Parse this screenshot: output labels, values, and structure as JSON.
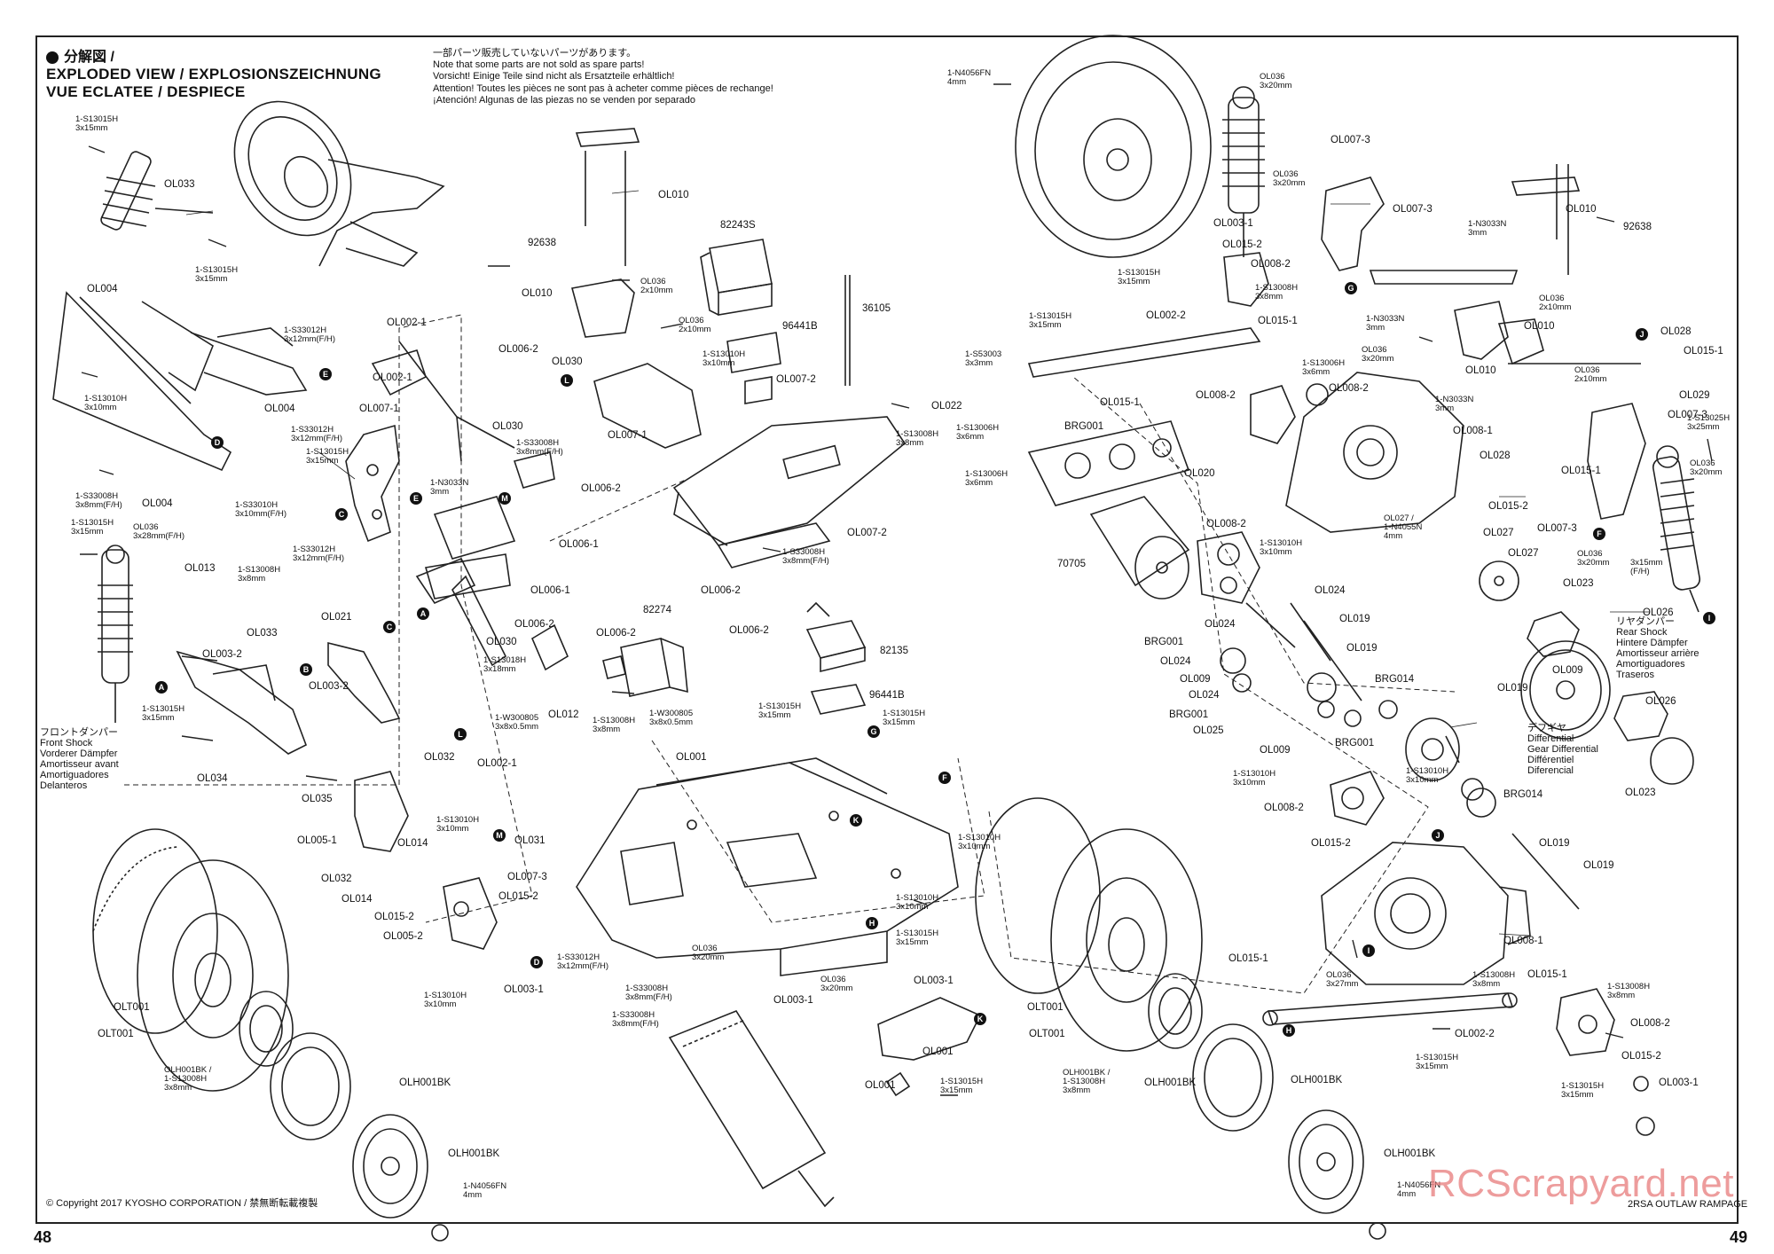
{
  "header": {
    "title_ja": "分解図 /",
    "title_line1": "EXPLODED VIEW / EXPLOSIONSZEICHNUNG",
    "title_line2": "VUE ECLATEE / DESPIECE"
  },
  "note_lines": [
    "一部パーツ販売していないパーツがあります。",
    "Note that some parts are not sold as spare parts!",
    "Vorsicht!  Einige Teile sind nicht als Ersatzteile erhältlich!",
    "Attention! Toutes les pièces ne sont pas à acheter comme pièces de rechange!",
    "¡Atención! Algunas de las piezas no se venden por separado"
  ],
  "callouts": {
    "front_shock": [
      "フロントダンパー",
      "Front Shock",
      "Vorderer Dämpfer",
      "Amortisseur avant",
      "Amortiguadores",
      "Delanteros"
    ],
    "rear_shock": [
      "リヤダンパー",
      "Rear Shock",
      "Hintere Dämpfer",
      "Amortisseur arrière",
      "Amortiguadores",
      "Traseros"
    ],
    "differential": [
      "デフギヤ",
      "Differential",
      "Gear Differential",
      "Différentiel",
      "Diferencial"
    ]
  },
  "left_labels": [
    "1-S13015H\n3x15mm",
    "OL033",
    "1-S13015H\n3x15mm",
    "OL004",
    "1-S33012H\n3x12mm(F/H)",
    "OL004",
    "1-S13010H\n3x10mm",
    "1-S33012H\n3x12mm(F/H)",
    "1-S13015H\n3x15mm",
    "OL007-1",
    "OL004",
    "1-S33008H\n3x8mm(F/H)",
    "OL036\n3x28mm(F/H)",
    "1-S13015H\n3x15mm",
    "1-S33010H\n3x10mm(F/H)",
    "1-S33012H\n3x12mm(F/H)",
    "OL013",
    "1-S13008H\n3x8mm",
    "OL021",
    "OL033",
    "OL003-2",
    "OL003-2",
    "1-S13015H\n3x15mm",
    "OL034",
    "OL035",
    "OL005-1",
    "OL014",
    "OL032",
    "OL014",
    "OL015-2",
    "OL005-2",
    "OL015-2",
    "OL003-1",
    "1-S13010H\n3x10mm",
    "1-S13010H\n3x10mm",
    "OL031",
    "OL007-3",
    "OLT001",
    "OLT001",
    "OLH001BK /\n1-S13008H\n3x8mm",
    "OLH001BK",
    "OLH001BK",
    "1-N4056FN\n4mm"
  ],
  "middle_labels": [
    "OL010",
    "92638",
    "82243S",
    "OL036\n2x10mm",
    "OL010",
    "OL036\n2x10mm",
    "96441B",
    "36105",
    "OL002-1",
    "OL006-2",
    "OL030",
    "OL002-1",
    "1-S13010H\n3x10mm",
    "OL007-2",
    "OL030",
    "OL007-1",
    "1-S33008H\n3x8mm(F/H)",
    "1-S13008H\n3x8mm",
    "1-N3033N\n3mm",
    "OL006-2",
    "OL006-1",
    "OL006-1",
    "OL007-2",
    "1-S33008H\n3x8mm(F/H)",
    "OL006-2",
    "OL006-2",
    "82274",
    "OL006-2",
    "OL030",
    "1-S13018H\n3x18mm",
    "OL006-2",
    "82135",
    "96441B",
    "OL012",
    "1-W300805\n3x8x0.5mm",
    "1-S13008H\n3x8mm",
    "1-W300805\n3x8x0.5mm",
    "1-S13015H\n3x15mm",
    "1-S13015H\n3x15mm",
    "OL002-1",
    "OL032",
    "OL001",
    "1-S13010H\n3x10mm",
    "1-S13010H\n3x10mm",
    "1-S13015H\n3x15mm",
    "1-S33012H\n3x12mm(F/H)",
    "OL036\n3x20mm",
    "OL003-1",
    "1-S33008H\n3x8mm(F/H)",
    "1-S33008H\n3x8mm(F/H)",
    "OL036\n3x20mm",
    "OL003-1",
    "OL001",
    "OL001",
    "1-S13015H\n3x15mm"
  ],
  "right_labels": [
    "1-N4056FN\n4mm",
    "OL036\n3x20mm",
    "OL007-3",
    "OL036\n3x20mm",
    "OL007-3",
    "OL003-1",
    "OL015-2",
    "OL008-2",
    "1-S13015H\n3x15mm",
    "1-S13008H\n3x8mm",
    "OL015-1",
    "OL010",
    "1-N3033N\n3mm",
    "92638",
    "OL036\n2x10mm",
    "1-N3033N\n3mm",
    "OL010",
    "1-S13015H\n3x15mm",
    "OL002-2",
    "OL036\n3x20mm",
    "OL028",
    "OL015-1",
    "1-S53003\n3x3mm",
    "1-S13006H\n3x6mm",
    "OL010",
    "OL036\n2x10mm",
    "OL022",
    "OL015-1",
    "OL008-2",
    "OL008-2",
    "OL029",
    "1-N3033N\n3mm",
    "OL007-3",
    "1-S13006H\n3x6mm",
    "BRG001",
    "OL008-1",
    "1-S13025H\n3x25mm",
    "OL028",
    "OL015-1",
    "1-S13006H\n3x6mm",
    "OL020",
    "OL036\n3x20mm",
    "OL015-2",
    "OL027 /\n1-N4055N\n4mm",
    "OL027",
    "OL007-3",
    "OL027",
    "OL008-2",
    "1-S13010H\n3x10mm",
    "70705",
    "OL036\n3x20mm",
    "3x15mm\n(F/H)",
    "OL023",
    "OL024",
    "OL024",
    "OL019",
    "OL026",
    "BRG001",
    "OL019",
    "OL024",
    "OL009",
    "BRG014",
    "OL019",
    "OL009",
    "OL024",
    "BRG001",
    "OL025",
    "OL026",
    "OL009",
    "BRG001",
    "OL023",
    "1-S13010H\n3x10mm",
    "BRG014",
    "OL008-2",
    "OL015-2",
    "OL019",
    "OL019",
    "OL036\n3x27mm",
    "1-S13008H\n3x8mm",
    "OL015-1",
    "1-S13008H\n3x8mm",
    "OL008-1",
    "OL015-1",
    "OL008-2",
    "OL002-2",
    "OL015-2",
    "1-S13015H\n3x15mm",
    "1-S13015H\n3x15mm",
    "OL003-1",
    "OLT001",
    "OLT001",
    "OLH001BK /\n1-S13008H\n3x8mm",
    "OLH001BK",
    "OLH001BK",
    "OLH001BK",
    "1-N4056FN\n4mm",
    "1-S13010H\n3x10mm"
  ],
  "markers": [
    "E",
    "D",
    "C",
    "A",
    "B",
    "C",
    "A",
    "E",
    "M",
    "L",
    "L",
    "M",
    "D",
    "G",
    "F",
    "K",
    "H",
    "K",
    "G",
    "J",
    "F",
    "I",
    "J",
    "I",
    "H"
  ],
  "footer": {
    "copyright": "© Copyright 2017 KYOSHO CORPORATION / 禁無断転載複製",
    "model": "2RSA OUTLAW RAMPAGE",
    "page_left": "48",
    "page_right": "49",
    "watermark": "RCScrapyard.net"
  },
  "colors": {
    "line": "#222222",
    "watermark": "#e87b7b"
  }
}
